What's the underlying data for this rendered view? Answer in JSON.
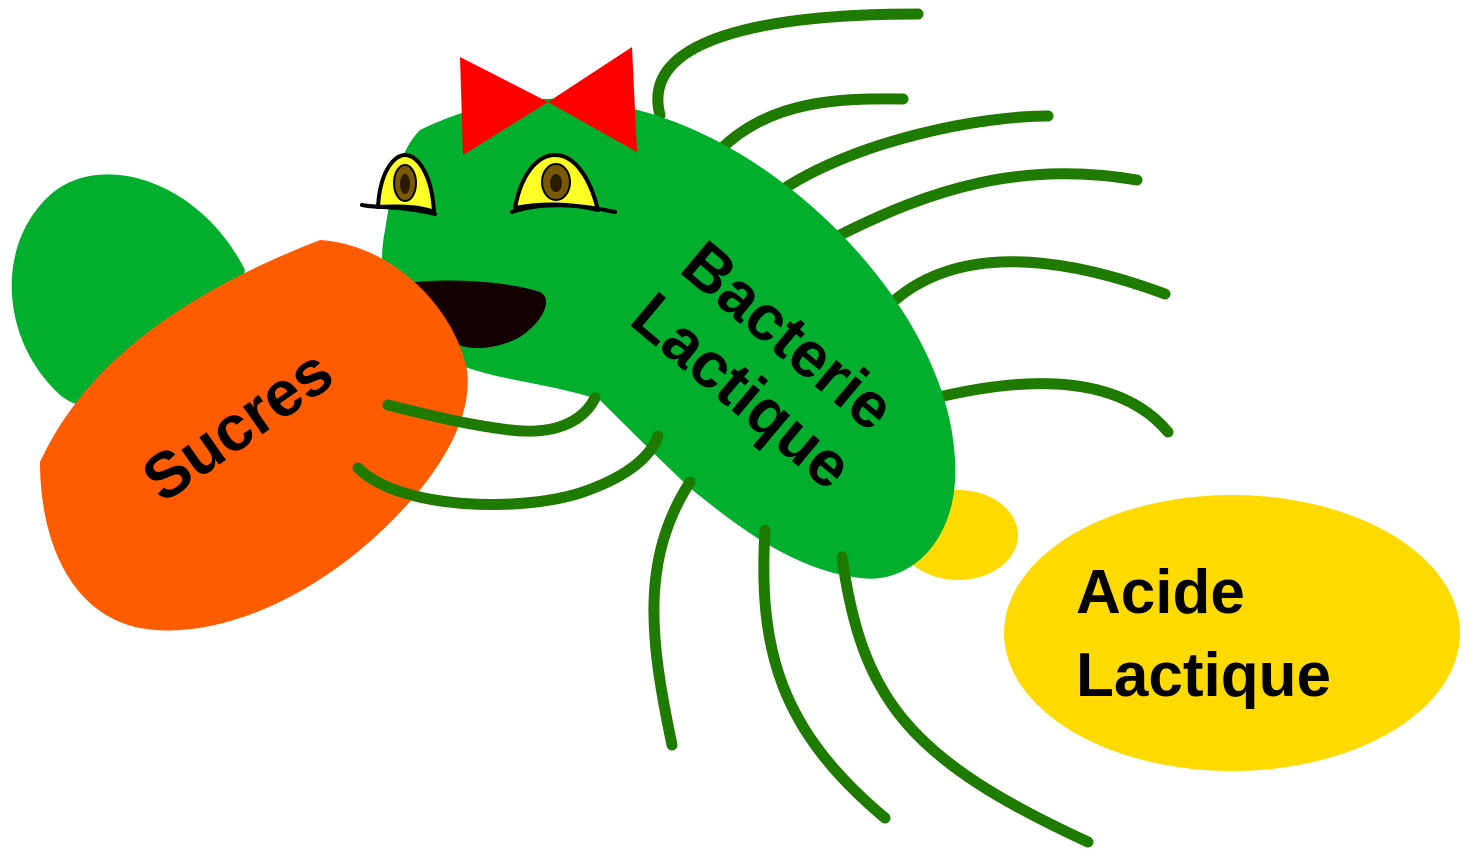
{
  "labels": {
    "sugars": "Sucres",
    "bacteria_line1": "Bacterie",
    "bacteria_line2": "Lactique",
    "acid_line1": "Acide",
    "acid_line2": "Lactique"
  },
  "colors": {
    "bacteria_body": "#02AE2D",
    "flagella": "#1F7A00",
    "sugars": "#FF5B00",
    "acid": "#FFDA00",
    "bow": "#FF0000",
    "eye": "#FFFF28",
    "iris": "#7A5A00",
    "mouth": "#150000"
  }
}
